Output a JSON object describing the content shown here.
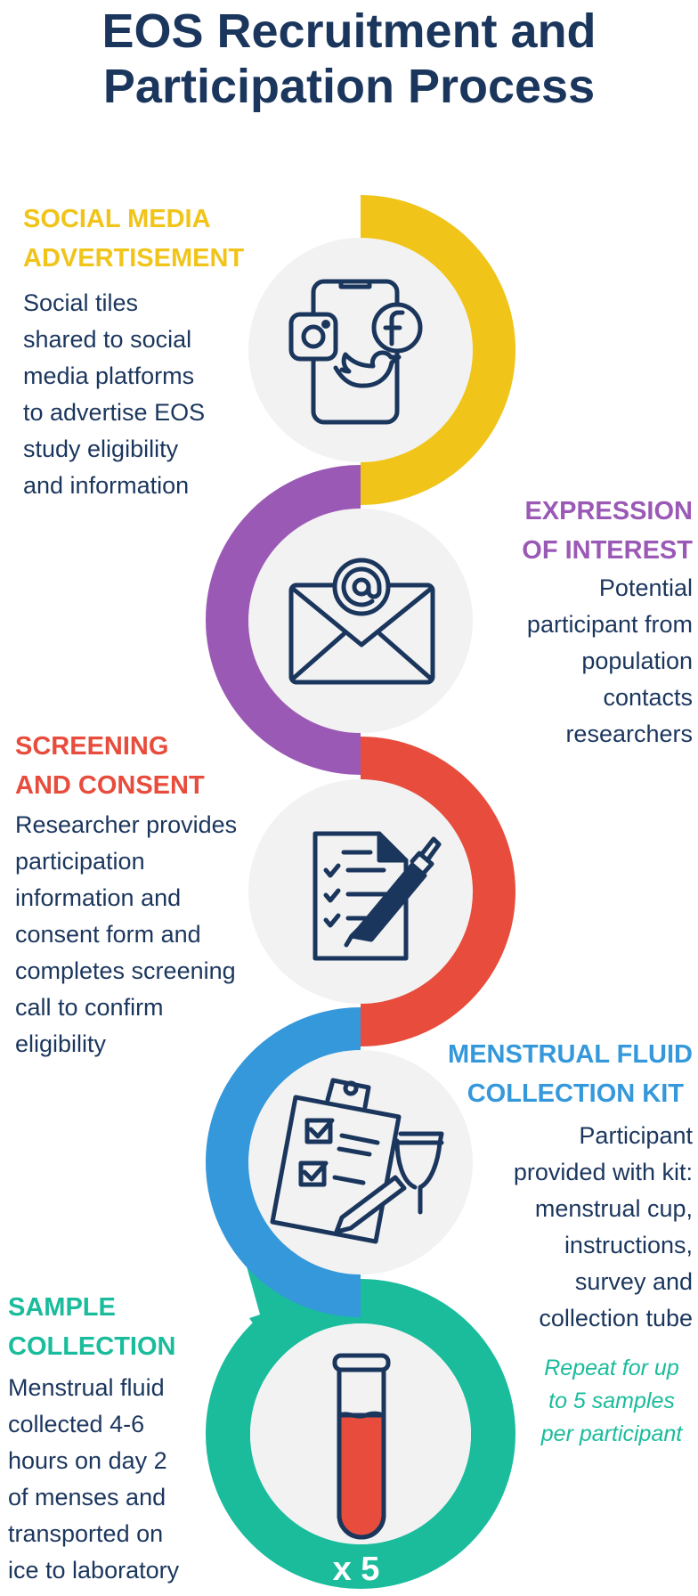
{
  "title": "EOS Recruitment and Participation Process",
  "colors": {
    "social": "#f0c419",
    "interest": "#9b59b6",
    "screening": "#e74c3c",
    "kit": "#3498db",
    "sample": "#1abc9c",
    "icon": "#1b365d",
    "disc": "#f2f2f2"
  },
  "steps": [
    {
      "title_lines": [
        "SOCIAL MEDIA",
        "ADVERTISEMENT"
      ],
      "body": [
        "Social tiles",
        "shared to social",
        "media platforms",
        "to advertise EOS",
        "study eligibility",
        "and information"
      ],
      "icon": "smartphone-social-icon"
    },
    {
      "title_lines": [
        "EXPRESSION",
        "OF INTEREST"
      ],
      "body": [
        "Potential",
        "participant from",
        "population",
        "contacts",
        "researchers"
      ],
      "icon": "email-envelope-icon"
    },
    {
      "title_lines": [
        "SCREENING",
        "AND CONSENT"
      ],
      "body": [
        "Researcher provides",
        "participation",
        "information and",
        "consent form and",
        "completes screening",
        "call to confirm",
        "eligibility"
      ],
      "icon": "consent-form-pen-icon"
    },
    {
      "title_lines": [
        "MENSTRUAL FLUID",
        "COLLECTION KIT"
      ],
      "body": [
        "Participant",
        "provided with kit:",
        "menstrual cup,",
        "instructions,",
        "survey and",
        "collection tube"
      ],
      "icon": "clipboard-cup-kit-icon"
    },
    {
      "title_lines": [
        "SAMPLE",
        "COLLECTION"
      ],
      "body": [
        "Menstrual fluid",
        "collected 4-6",
        "hours on day 2",
        "of menses and",
        "transported on",
        "ice to laboratory"
      ],
      "icon": "test-tube-icon"
    }
  ],
  "repeat_note": [
    "Repeat for up",
    "to 5 samples",
    "per participant"
  ],
  "repeat_count": "x 5"
}
